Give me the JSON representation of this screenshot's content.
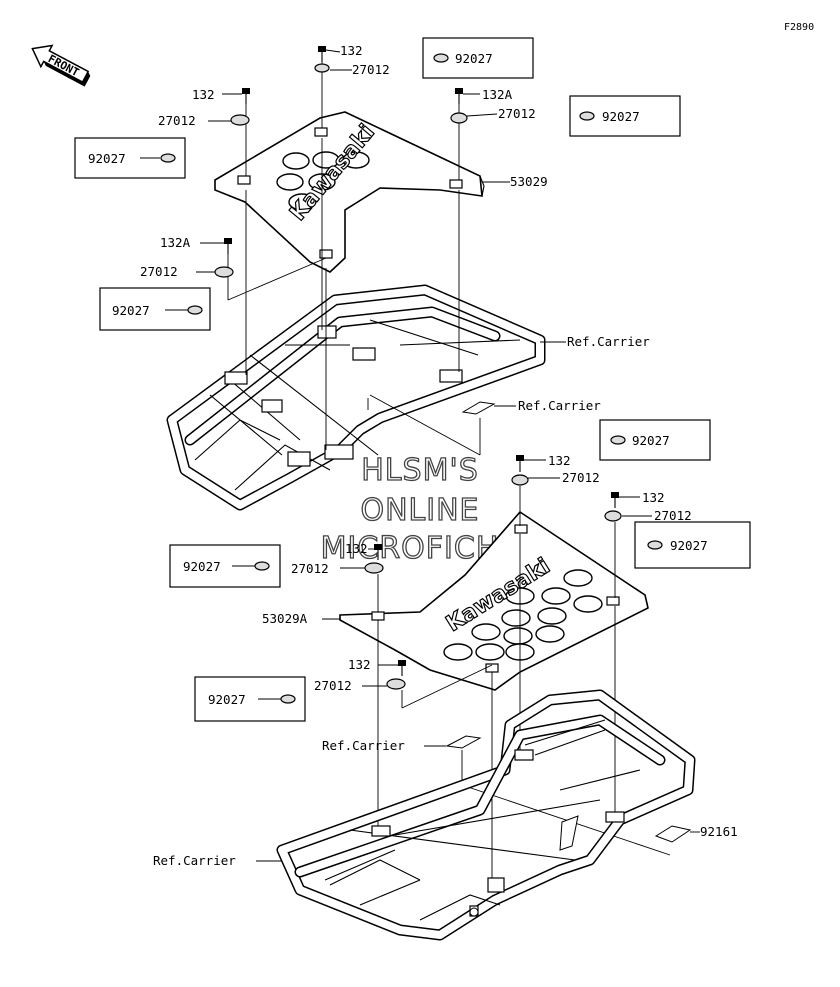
{
  "diagram_code": "F2890",
  "front_arrow_label": "FRONT",
  "watermark": [
    "HLSM'S",
    "ONLINE",
    "MICROFICHE"
  ],
  "brand_logo": "Kawasaki",
  "labels": {
    "p132_a": "132",
    "p27012_a": "27012",
    "p92027_a": "92027",
    "p132A_a": "132A",
    "p27012_b": "27012",
    "p92027_b": "92027",
    "p132_b": "132",
    "p27012_c": "27012",
    "p92027_c": "92027",
    "p53029": "53029",
    "p132A_b": "132A",
    "p27012_d": "27012",
    "p92027_d": "92027",
    "ref_carrier_1": "Ref.Carrier",
    "ref_carrier_2": "Ref.Carrier",
    "p92027_e": "92027",
    "p132_c": "132",
    "p27012_e": "27012",
    "p132_d": "132",
    "p27012_f": "27012",
    "p92027_f": "92027",
    "p132_e": "132",
    "p27012_g": "27012",
    "p92027_g": "92027",
    "p53029A": "53029A",
    "p132_f": "132",
    "p27012_h": "27012",
    "p92027_h": "92027",
    "ref_carrier_3": "Ref.Carrier",
    "p92161": "92161",
    "ref_carrier_4": "Ref.Carrier"
  }
}
